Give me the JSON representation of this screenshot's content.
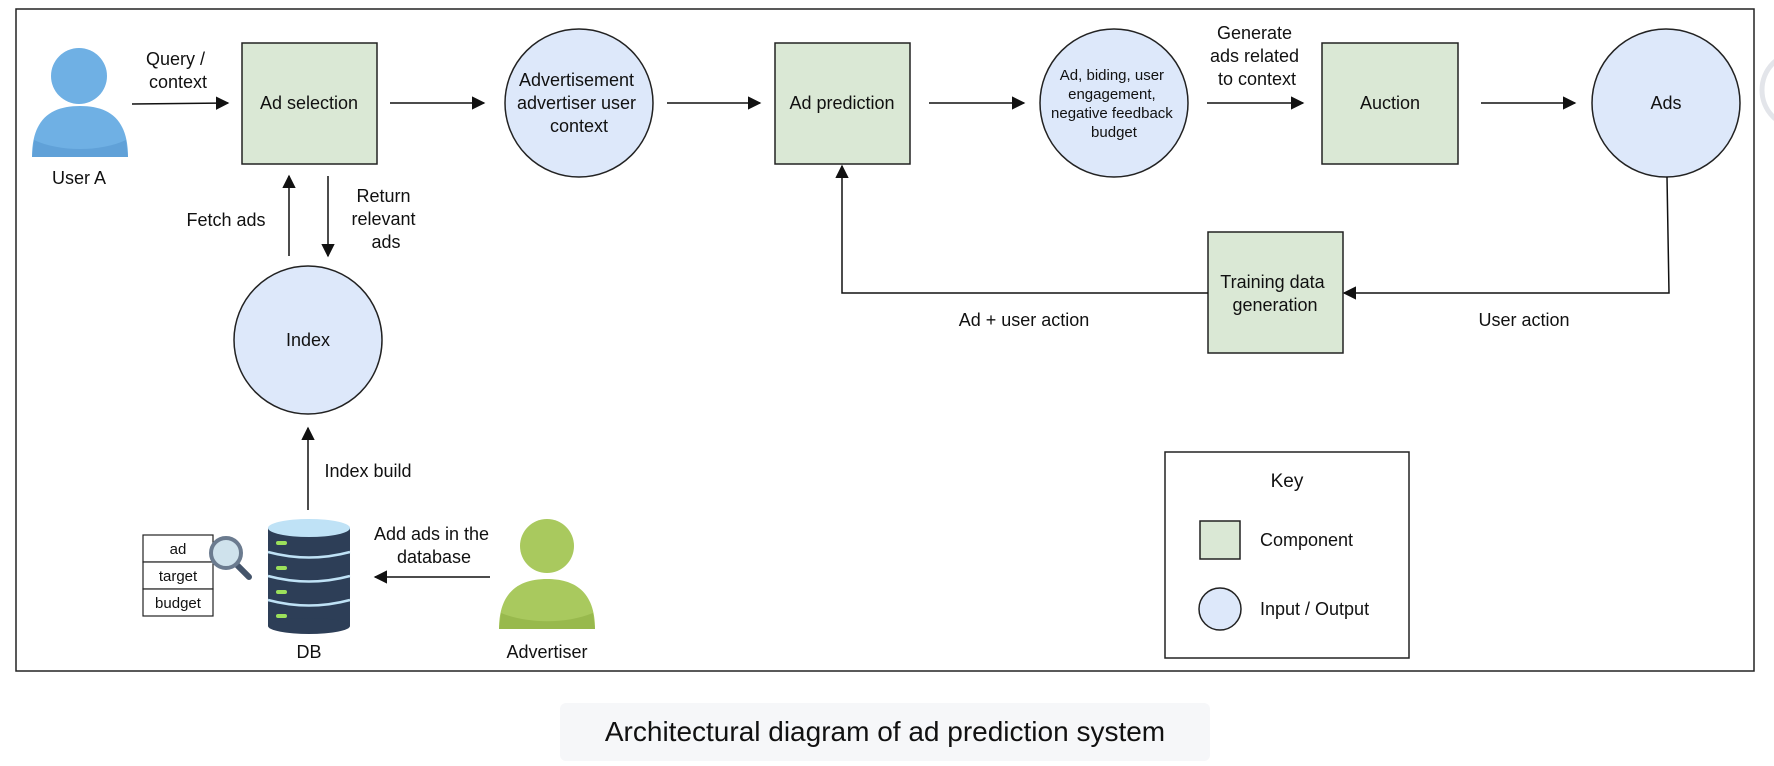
{
  "diagram": {
    "nodes": {
      "user_a": "User A",
      "ad_selection": "Ad selection",
      "advertisement_context": [
        "Advertisement",
        "advertiser user",
        "context"
      ],
      "ad_prediction": "Ad prediction",
      "ad_features": [
        "Ad, biding, user",
        "engagement,",
        "negative feedback",
        "budget"
      ],
      "auction": "Auction",
      "ads": "Ads",
      "training_data": [
        "Training data",
        "generation"
      ],
      "index": "Index",
      "db": "DB",
      "advertiser": "Advertiser",
      "db_table": [
        "ad",
        "target",
        "budget"
      ]
    },
    "edge_labels": {
      "query_context": [
        "Query /",
        "context"
      ],
      "generate_ads": [
        "Generate",
        "ads related",
        "to context"
      ],
      "fetch_ads": "Fetch ads",
      "return_relevant": [
        "Return",
        "relevant",
        "ads"
      ],
      "ad_user_action": "Ad + user action",
      "user_action": "User action",
      "index_build": "Index build",
      "add_ads": [
        "Add ads in the",
        "database"
      ]
    },
    "key": {
      "title": "Key",
      "component": "Component",
      "io": "Input / Output"
    }
  },
  "caption": "Architectural diagram of ad prediction system",
  "colors": {
    "component_fill": "#dae8d5",
    "io_fill": "#dde8fa",
    "stroke": "#222222",
    "user_blue": "#6fb0e4",
    "advertiser_green": "#a9c95e",
    "db_dark": "#2d3e57",
    "db_top": "#bfe2f6",
    "db_stripe": "#9be05b"
  }
}
